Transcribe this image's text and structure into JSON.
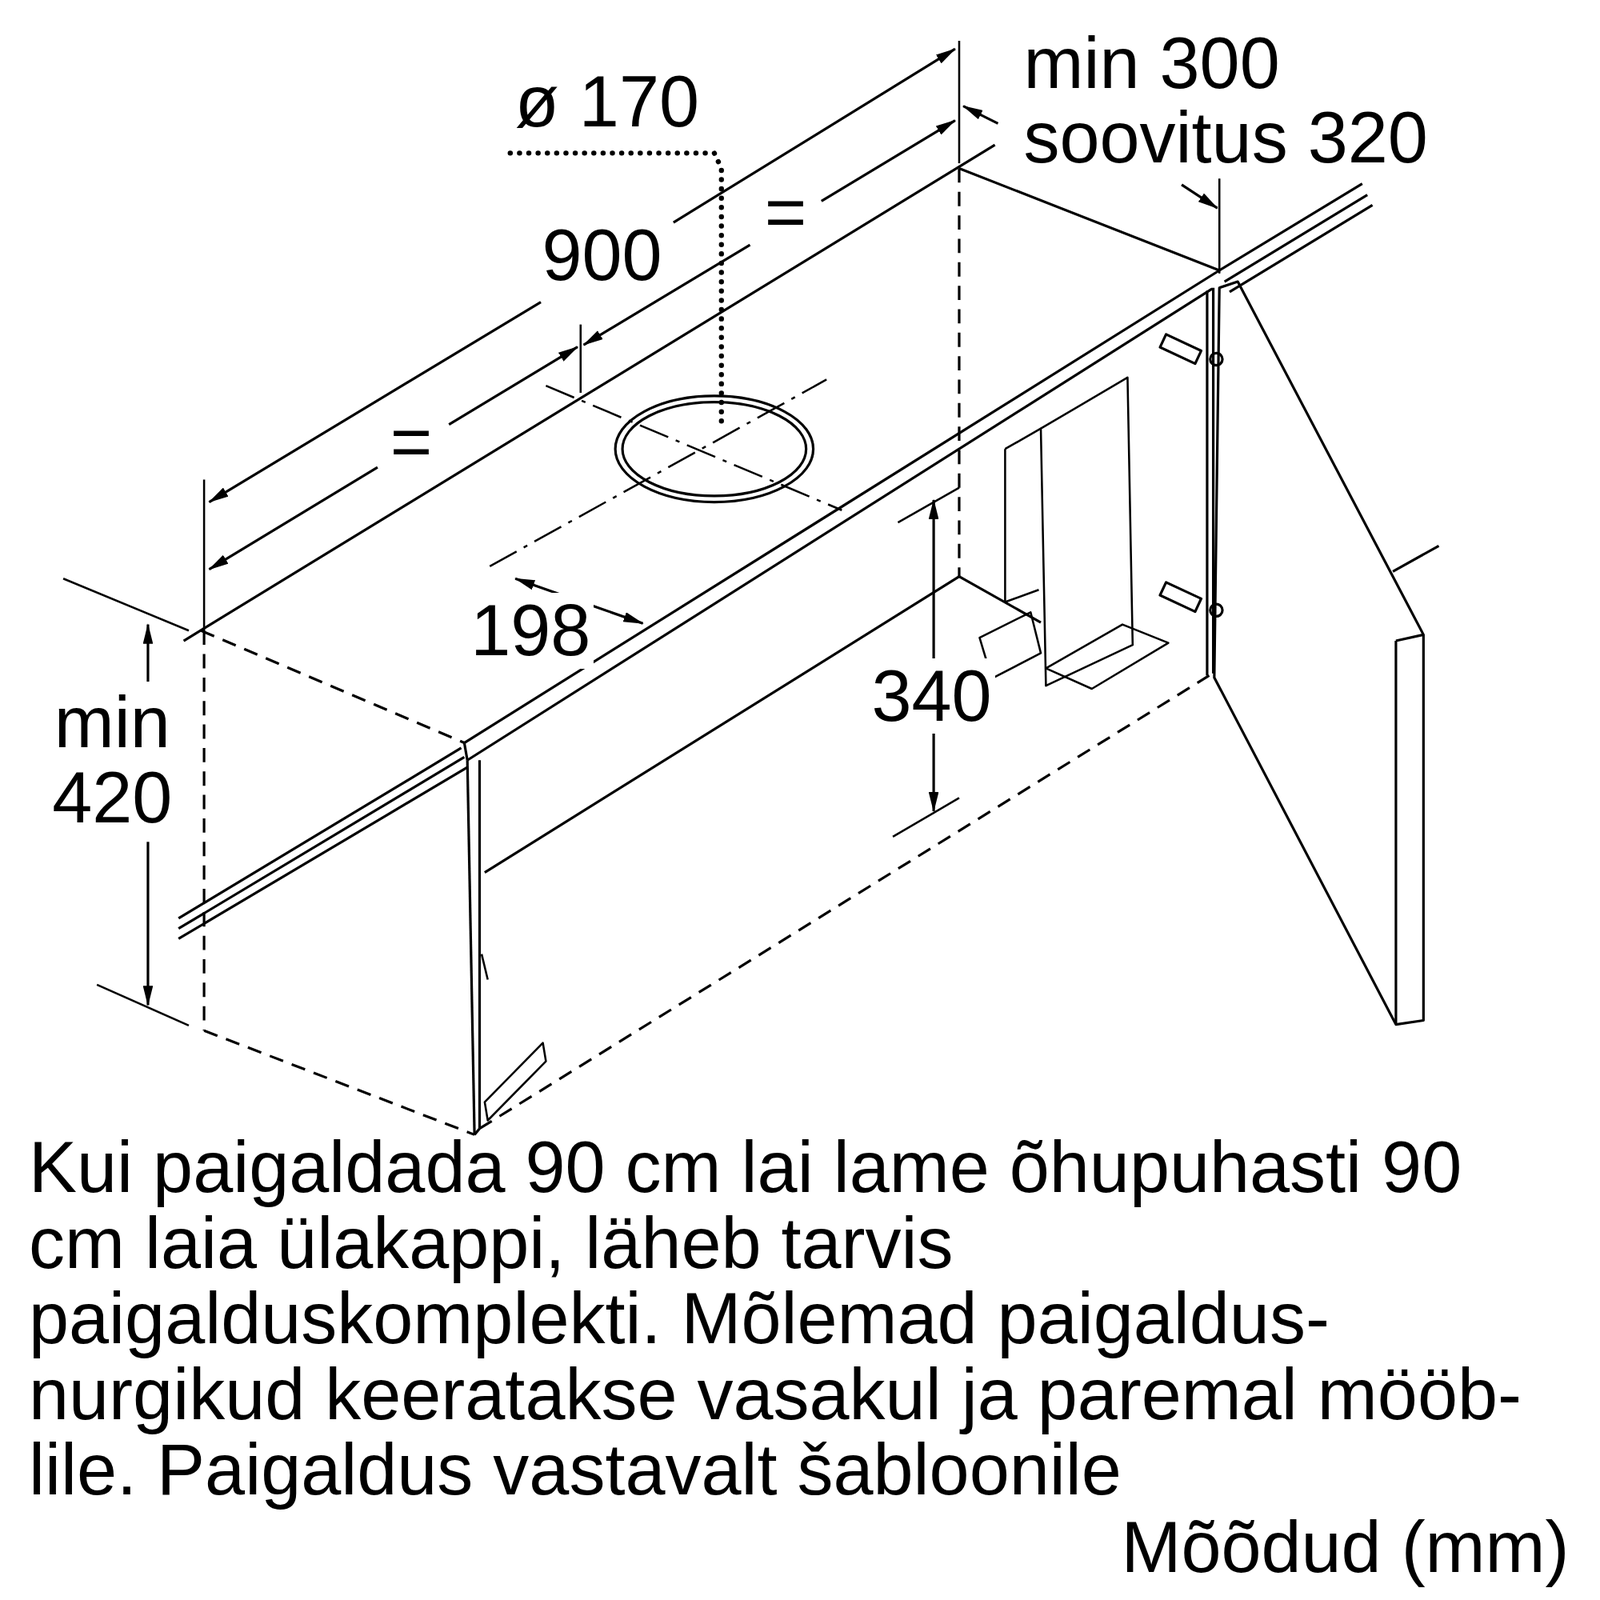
{
  "diagram": {
    "caption": "Kui paigaldada 90 cm lai lame õhupuhasti 90 cm laia ülakappi, läheb tarvis paigalduskomplekti. Mõlemad paigaldus- nurgikud keeratakse vasakul ja paremal mööb- lile. Paigaldus vastavalt šabloonile",
    "labels": [
      "ø 170",
      "900",
      "=",
      "=",
      "min 300",
      "soovitus 320",
      "198",
      "340",
      "min 420",
      "Mõõdud (mm)"
    ]
  }
}
